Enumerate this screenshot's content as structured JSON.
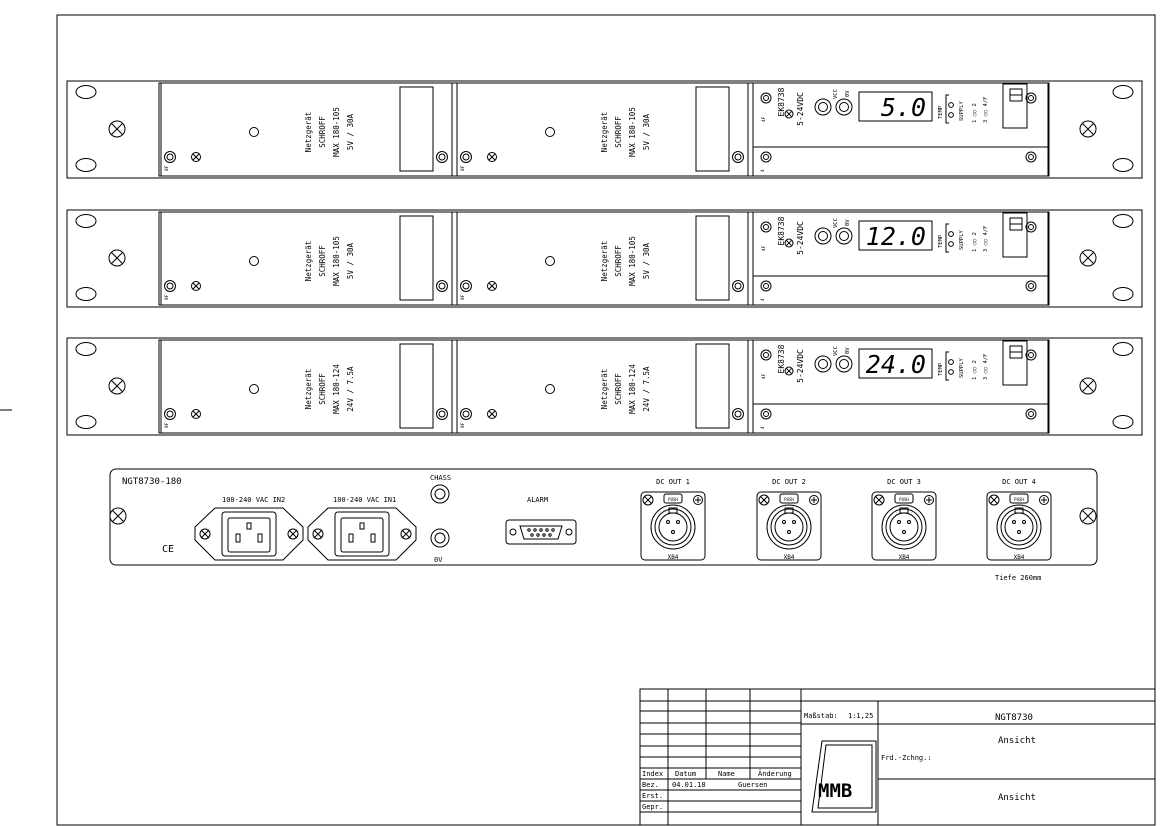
{
  "racks": [
    {
      "psu_label": [
        "Netzgerät",
        "SCHROFF",
        "MAX 180-105",
        "5V / 30A"
      ],
      "display_value": "5.0"
    },
    {
      "psu_label": [
        "Netzgerät",
        "SCHROFF",
        "MAX 180-105",
        "5V / 30A"
      ],
      "display_value": "12.0"
    },
    {
      "psu_label": [
        "Netzgerät",
        "SCHROFF",
        "MAX 180-124",
        "24V / 7.5A"
      ],
      "display_value": "24.0"
    }
  ],
  "slot_labels": {
    "left_a": "8F",
    "left_b": "8F",
    "ctrl": "4F",
    "ctrl_bottom": "4"
  },
  "controller": {
    "model": "EK8738",
    "range": "5-24VDC",
    "vcc": "VCC",
    "ov": "0V",
    "temp": "TEMP",
    "supply": "SUPPLY",
    "led_row1": "1 ○○ 2",
    "led_row2": "3 ○○ 4/F"
  },
  "rear": {
    "model": "NGT8730-180",
    "vac_in2": "100-240 VAC IN2",
    "vac_in1": "100-240 VAC IN1",
    "chass": "CHASS",
    "ov": "0V",
    "alarm": "ALARM",
    "ce": "CE",
    "outputs": [
      "DC OUT 1",
      "DC OUT 2",
      "DC OUT 3",
      "DC OUT 4"
    ],
    "xlr_label": "XB4",
    "push": "PUSH",
    "depth": "Tiefe 260mm"
  },
  "titleblock": {
    "massstab_label": "Maßstab:",
    "massstab_value": "1:1,25",
    "drawing_no": "NGT8730",
    "view1": "Ansicht",
    "frd_label": "Frd.-Zchng.:",
    "view2": "Ansicht",
    "logo": "MMB",
    "col_index": "Index",
    "col_datum": "Datum",
    "col_name": "Name",
    "col_aenderung": "Änderung",
    "bez_label": "Bez.",
    "bez_date": "04.01.18",
    "bez_name": "Guersen",
    "erst_label": "Erst.",
    "gepr_label": "Gepr."
  }
}
